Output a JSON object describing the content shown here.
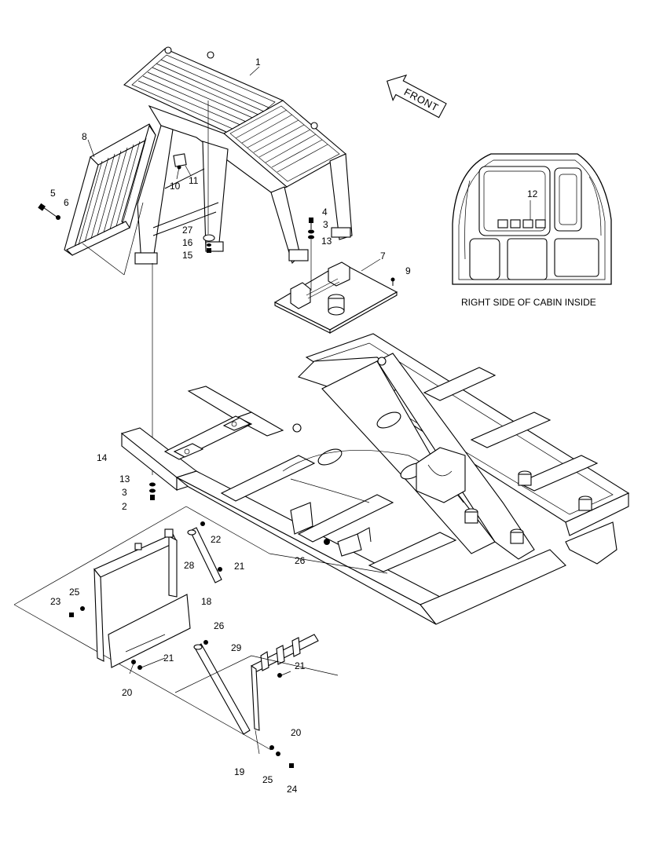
{
  "front_arrow": {
    "label": "FRONT"
  },
  "inset": {
    "caption": "RIGHT SIDE OF CABIN INSIDE",
    "callout": "12"
  },
  "callouts": [
    {
      "id": "c1",
      "text": "1"
    },
    {
      "id": "c8",
      "text": "8"
    },
    {
      "id": "c5",
      "text": "5"
    },
    {
      "id": "c6",
      "text": "6"
    },
    {
      "id": "c10",
      "text": "10"
    },
    {
      "id": "c11",
      "text": "11"
    },
    {
      "id": "c27",
      "text": "27"
    },
    {
      "id": "c16",
      "text": "16"
    },
    {
      "id": "c15",
      "text": "15"
    },
    {
      "id": "c4",
      "text": "4"
    },
    {
      "id": "c3a",
      "text": "3"
    },
    {
      "id": "c13a",
      "text": "13"
    },
    {
      "id": "c7",
      "text": "7"
    },
    {
      "id": "c9",
      "text": "9"
    },
    {
      "id": "c14",
      "text": "14"
    },
    {
      "id": "c13b",
      "text": "13"
    },
    {
      "id": "c3b",
      "text": "3"
    },
    {
      "id": "c2",
      "text": "2"
    },
    {
      "id": "c22",
      "text": "22"
    },
    {
      "id": "c28",
      "text": "28"
    },
    {
      "id": "c21a",
      "text": "21"
    },
    {
      "id": "c26a",
      "text": "26"
    },
    {
      "id": "c25a",
      "text": "25"
    },
    {
      "id": "c23",
      "text": "23"
    },
    {
      "id": "c18",
      "text": "18"
    },
    {
      "id": "c26b",
      "text": "26"
    },
    {
      "id": "c29",
      "text": "29"
    },
    {
      "id": "c21b",
      "text": "21"
    },
    {
      "id": "c21c",
      "text": "21"
    },
    {
      "id": "c20a",
      "text": "20"
    },
    {
      "id": "c20b",
      "text": "20"
    },
    {
      "id": "c19",
      "text": "19"
    },
    {
      "id": "c25b",
      "text": "25"
    },
    {
      "id": "c24",
      "text": "24"
    }
  ]
}
